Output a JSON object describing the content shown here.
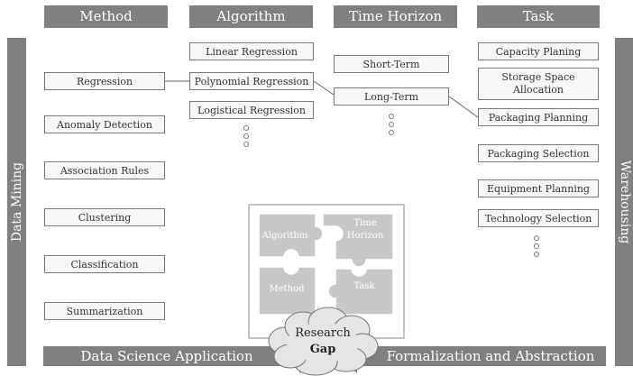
{
  "headers": {
    "method": "Method",
    "algorithm": "Algorithm",
    "time_horizon": "Time Horizon",
    "task": "Task"
  },
  "side": {
    "left": "Data Mining",
    "right": "Warehousing"
  },
  "methods": [
    "Regression",
    "Anomaly Detection",
    "Association Rules",
    "Clustering",
    "Classification",
    "Summarization"
  ],
  "algorithms": [
    "Linear Regression",
    "Polynomial Regression",
    "Logistical Regression"
  ],
  "time_horizons": [
    "Short-Term",
    "Long-Term"
  ],
  "tasks": [
    "Capacity Planing",
    "Storage Space Allocation",
    "Packaging Planning",
    "Packaging Selection",
    "Equipment Planning",
    "Technology Selection"
  ],
  "puzzle": {
    "algorithm": "Algorithm",
    "time": "Time",
    "horizon": "Horizon",
    "method": "Method",
    "task": "Task"
  },
  "cloud": {
    "line1": "Research",
    "line2": "Gap"
  },
  "bottom": {
    "left": "Data Science Application",
    "right": "Formalization and Abstraction"
  },
  "colors": {
    "bar": "#808080",
    "puzzle": "#c8c8c8",
    "cloud": "#e5e5e5"
  }
}
